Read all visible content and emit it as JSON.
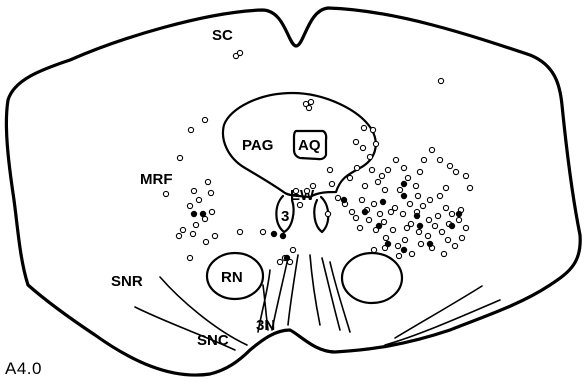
{
  "figure": {
    "plate_label": "A4.0",
    "labels": {
      "sc": "SC",
      "pag": "PAG",
      "aq": "AQ",
      "mrf": "MRF",
      "ew": "EW",
      "n3": "3",
      "rn": "RN",
      "snr": "SNR",
      "snc": "SNC",
      "n3n": "3N"
    },
    "marker_types": [
      "open-circle",
      "filled-circle"
    ]
  }
}
